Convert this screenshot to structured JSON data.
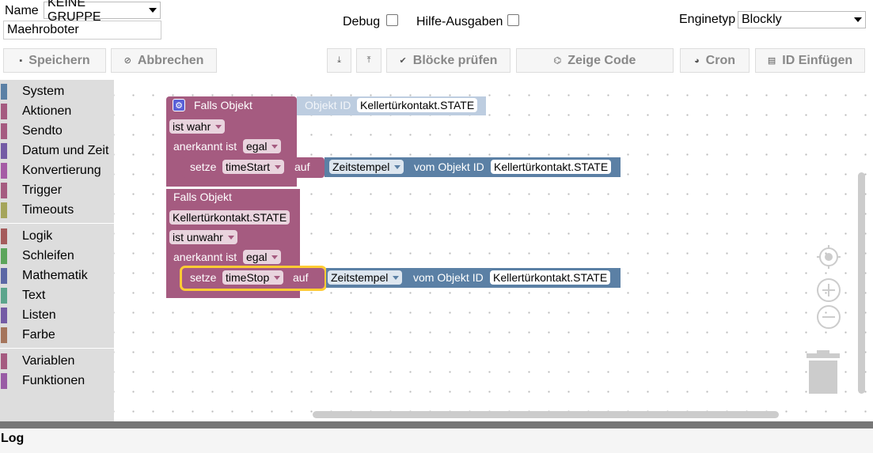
{
  "form": {
    "name_label": "Name",
    "group_value": "KEINE GRUPPE",
    "script_name": "Maehroboter",
    "debug_label": "Debug",
    "help_label": "Hilfe-Ausgaben",
    "engine_label": "Enginetyp",
    "engine_value": "Blockly"
  },
  "toolbar": {
    "save": "Speichern",
    "cancel": "Abbrechen",
    "check": "Blöcke prüfen",
    "show_code": "Zeige Code",
    "cron": "Cron",
    "insert_id": "ID Einfügen"
  },
  "toolbox": {
    "items": [
      {
        "label": "System",
        "color": "#5b80a5"
      },
      {
        "label": "Aktionen",
        "color": "#a55b80"
      },
      {
        "label": "Sendto",
        "color": "#a55b80"
      },
      {
        "label": "Datum und Zeit",
        "color": "#745ba5"
      },
      {
        "label": "Konvertierung",
        "color": "#a55ba5"
      },
      {
        "label": "Trigger",
        "color": "#a55b80"
      },
      {
        "label": "Timeouts",
        "color": "#a5a55b"
      },
      {
        "label": "Logik",
        "color": "#a55b5b"
      },
      {
        "label": "Schleifen",
        "color": "#5ba55b"
      },
      {
        "label": "Mathematik",
        "color": "#5b67a5"
      },
      {
        "label": "Text",
        "color": "#5ba58c"
      },
      {
        "label": "Listen",
        "color": "#745ba5"
      },
      {
        "label": "Farbe",
        "color": "#a5745b"
      },
      {
        "label": "Variablen",
        "color": "#a55b80"
      },
      {
        "label": "Funktionen",
        "color": "#995ba5"
      }
    ]
  },
  "blocks": {
    "b1_title": "Falls Objekt",
    "b1_objid_label": "Objekt ID",
    "b1_objid_value": "Kellertürkontakt.STATE",
    "b1_cond": "ist wahr",
    "b1_ack_label": "anerkannt ist",
    "b1_ack_value": "egal",
    "s1_set": "setze",
    "s1_var": "timeStart",
    "s1_to": "auf",
    "s1_ts": "Zeitstempel",
    "s1_from": "vom Objekt ID",
    "s1_obj": "Kellertürkontakt.STATE",
    "b2_title": "Falls Objekt",
    "b2_obj": "Kellertürkontakt.STATE",
    "b2_cond": "ist unwahr",
    "b2_ack_label": "anerkannt ist",
    "b2_ack_value": "egal",
    "s2_set": "setze",
    "s2_var": "timeStop",
    "s2_to": "auf",
    "s2_ts": "Zeitstempel",
    "s2_from": "vom Objekt ID",
    "s2_obj": "Kellertürkontakt.STATE"
  },
  "log": {
    "label": "Log"
  }
}
